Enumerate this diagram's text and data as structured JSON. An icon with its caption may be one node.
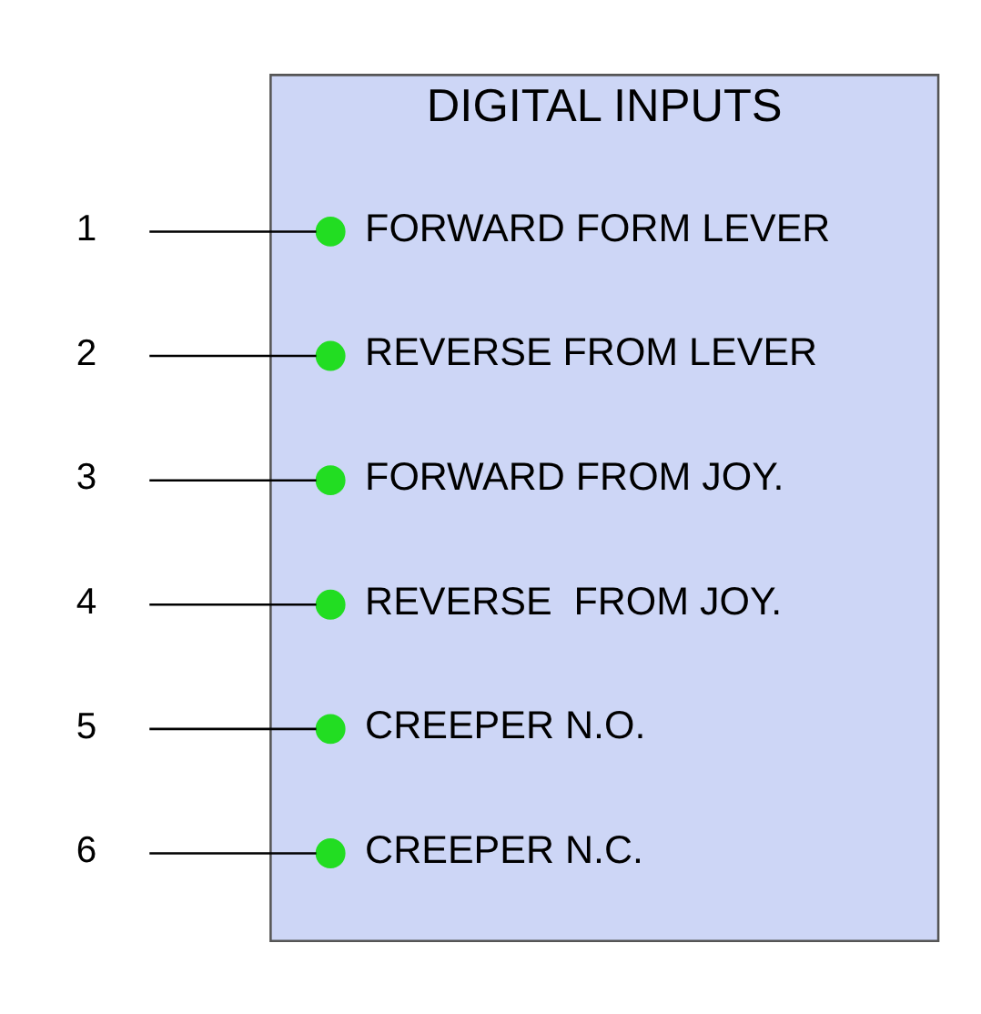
{
  "diagram": {
    "nodes": [
      {
        "text": [
          "DIGITAL INPUTS"
        ]
      },
      {
        "text": [
          "1"
        ]
      },
      {
        "text": [
          "2"
        ]
      },
      {
        "text": [
          "3"
        ]
      },
      {
        "text": [
          "4"
        ]
      },
      {
        "text": [
          "5"
        ]
      },
      {
        "text": [
          "6"
        ]
      },
      {
        "text": [],
        "shape": "circle",
        "in": 0,
        "beside": [
          "FORWARD FORM LEVER"
        ]
      },
      {
        "text": [],
        "shape": "circle",
        "in": 0,
        "beside": [
          "REVERSE FROM LEVER"
        ]
      },
      {
        "text": [],
        "shape": "circle",
        "in": 0,
        "beside": [
          "FORWARD FROM JOY."
        ]
      },
      {
        "text": [],
        "shape": "circle",
        "in": 0,
        "beside": [
          "REVERSE  FROM JOY."
        ]
      },
      {
        "text": [],
        "shape": "circle",
        "in": 0,
        "beside": [
          "CREEPER N.O."
        ]
      },
      {
        "text": [],
        "shape": "circle",
        "in": 0,
        "beside": [
          "CREEPER N.C."
        ]
      }
    ],
    "edges": [
      {
        "from": 1,
        "to": 7,
        "arrow": "none"
      },
      {
        "from": 2,
        "to": 8,
        "arrow": "none"
      },
      {
        "from": 3,
        "to": 9,
        "arrow": "none"
      },
      {
        "from": 4,
        "to": 10,
        "arrow": "none"
      },
      {
        "from": 5,
        "to": 11,
        "arrow": "none"
      },
      {
        "from": 6,
        "to": 12,
        "arrow": "none"
      }
    ]
  }
}
